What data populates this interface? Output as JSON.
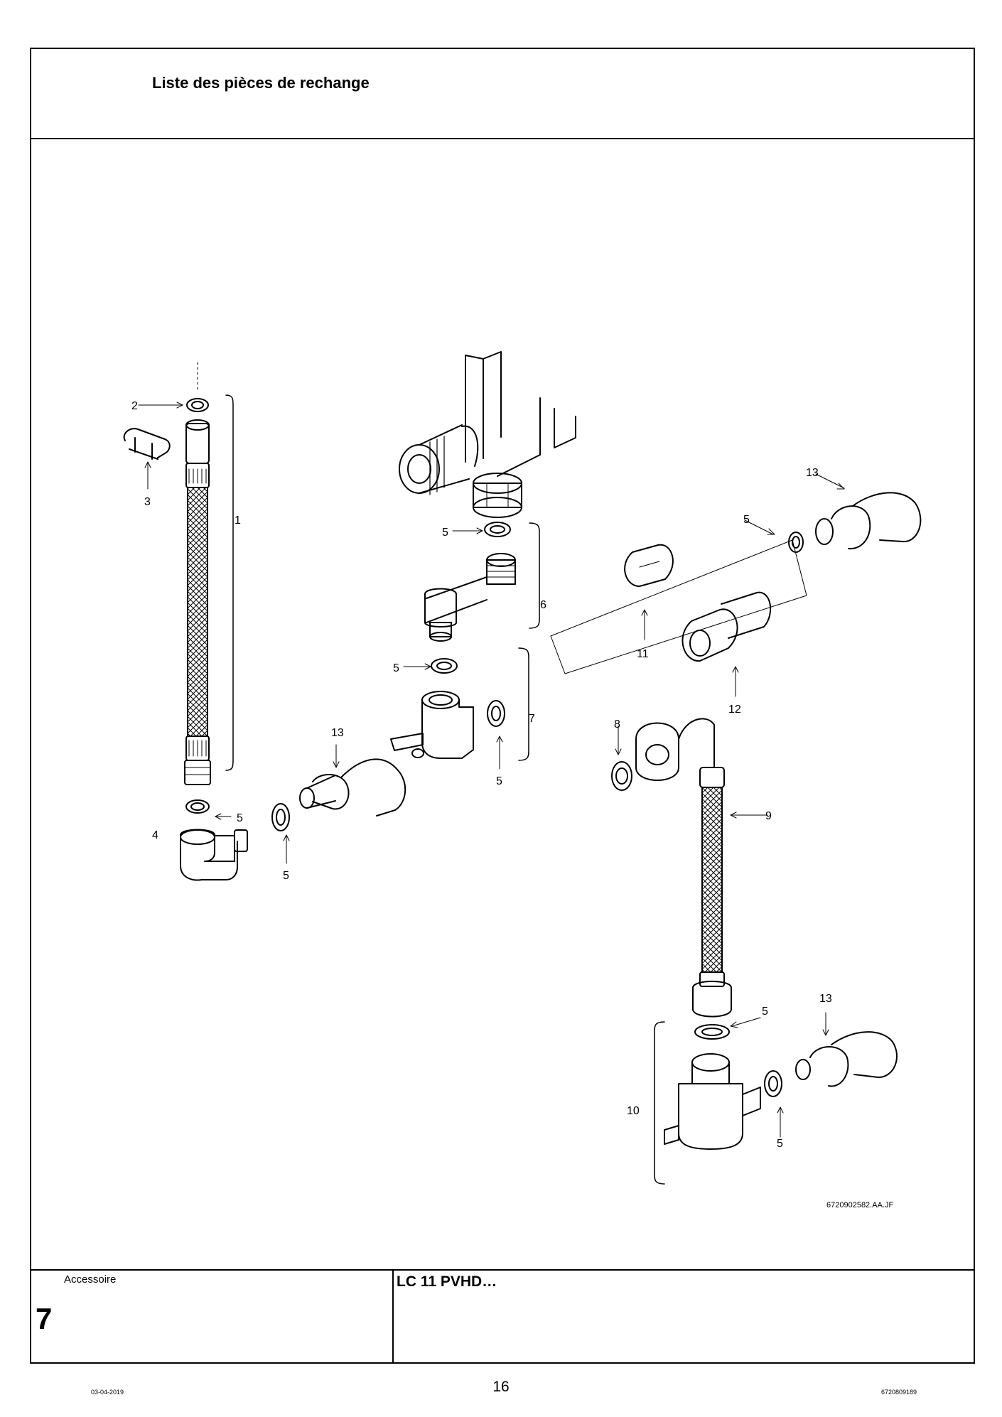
{
  "header": {
    "title": "Liste des pièces de rechange"
  },
  "footer": {
    "category": "Accessoire",
    "section_number": "7",
    "model": "LC 11 PVHD…",
    "page_number": "16",
    "date": "03-04-2019",
    "document_ref": "6720809189"
  },
  "diagram": {
    "drawing_ref": "6720902582.AA.JF",
    "callouts": [
      "1",
      "2",
      "3",
      "4",
      "5",
      "5",
      "5",
      "5",
      "5",
      "5",
      "5",
      "5",
      "6",
      "7",
      "8",
      "9",
      "10",
      "11",
      "12",
      "13",
      "13",
      "13"
    ]
  }
}
